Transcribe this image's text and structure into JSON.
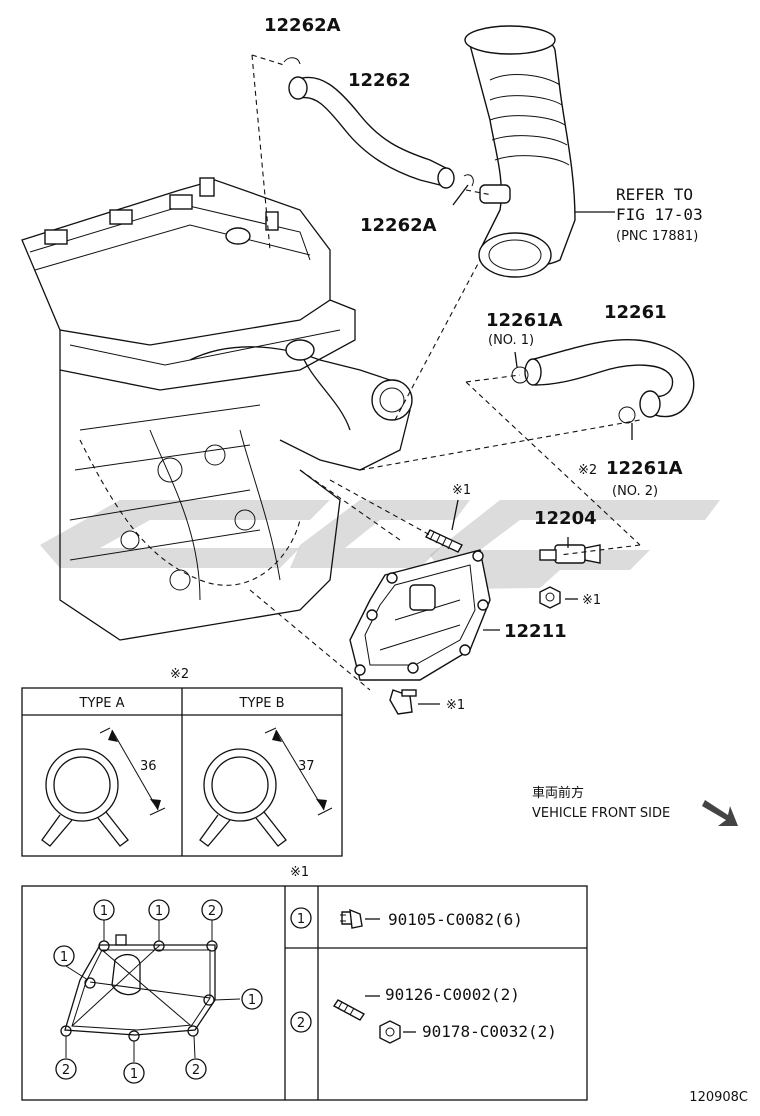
{
  "parts": {
    "p12262A_top": "12262A",
    "p12262": "12262",
    "p12262A_mid": "12262A",
    "refer_line1": "REFER TO",
    "refer_line2": "FIG 17-03",
    "refer_line3": "(PNC 17881)",
    "p12261A_no1": "12261A",
    "p12261A_no1_sub": "(NO. 1)",
    "p12261": "12261",
    "p12261A_no2": "12261A",
    "p12261A_no2_sub": "(NO. 2)",
    "mark2_near_12261A": "※2",
    "mark1_stud": "※1",
    "p12204": "12204",
    "mark1_nut": "※1",
    "p12211": "12211",
    "mark1_bolt": "※1"
  },
  "type_table": {
    "mark": "※2",
    "type_a": "TYPE A",
    "type_b": "TYPE B",
    "dim_a": "36",
    "dim_b": "37"
  },
  "direction": {
    "jp": "車両前方",
    "en": "VEHICLE FRONT SIDE"
  },
  "fastener_table": {
    "mark": "※1",
    "row1_num": "1",
    "row1_part": "90105-C0082(6)",
    "row2_num": "2",
    "row2_part_a": "90126-C0002(2)",
    "row2_part_b": "90178-C0032(2)",
    "callouts": [
      "1",
      "1",
      "2",
      "1",
      "1",
      "2",
      "1",
      "2"
    ]
  },
  "figure_id": "120908C"
}
